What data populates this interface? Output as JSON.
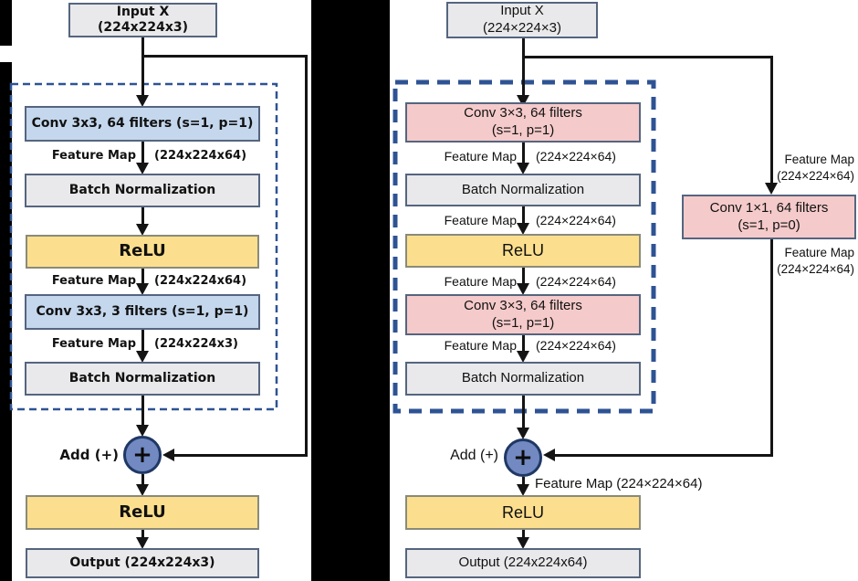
{
  "figure": {
    "description_left": "residual block with identity shortcut",
    "description_right": "residual block with 1x1 conv projection shortcut"
  },
  "colors": {
    "background": "#000000",
    "panel": "#ffffff",
    "box_gray": "#e9e9eb",
    "box_blue": "#c4d7ed",
    "box_pink": "#f5caca",
    "box_yellow": "#fcdf8e",
    "box_border": "#55657f",
    "dashed_border": "#2e5394",
    "add_circle_fill": "#7289c2",
    "add_circle_border": "#1f3864",
    "line": "#141414"
  },
  "left": {
    "input": "Input X (224x224x3)",
    "conv1": "Conv 3x3, 64 filters (s=1, p=1)",
    "fm1": {
      "label": "Feature Map",
      "dims": "(224x224x64)"
    },
    "bn1": "Batch Normalization",
    "relu1": "ReLU",
    "fm2": {
      "label": "Feature Map",
      "dims": "(224x224x64)"
    },
    "conv2": "Conv 3x3, 3 filters (s=1, p=1)",
    "fm3": {
      "label": "Feature Map",
      "dims": "(224x224x3)"
    },
    "bn2": "Batch Normalization",
    "add_label": "Add (+)",
    "add_symbol": "+",
    "relu2": "ReLU",
    "output": "Output (224x224x3)"
  },
  "right": {
    "input_line1": "Input X",
    "input_line2": "(224×224×3)",
    "conv1_line1": "Conv 3×3, 64 filters",
    "conv1_line2": "(s=1, p=1)",
    "fm1": {
      "label": "Feature Map",
      "dims": "(224×224×64)"
    },
    "bn1": "Batch Normalization",
    "fm2": {
      "label": "Feature Map",
      "dims": "(224×224×64)"
    },
    "relu1": "ReLU",
    "fm3": {
      "label": "Feature Map",
      "dims": "(224×224×64)"
    },
    "conv2_line1": "Conv 3×3, 64 filters",
    "conv2_line2": "(s=1, p=1)",
    "fm4": {
      "label": "Feature Map",
      "dims": "(224×224×64)"
    },
    "bn2": "Batch Normalization",
    "add_label": "Add (+)",
    "add_symbol": "+",
    "add_fm": "Feature Map (224×224×64)",
    "relu2": "ReLU",
    "output": "Output (224x224x64)",
    "shortcut": {
      "fm_top_line1": "Feature Map",
      "fm_top_line2": "(224×224×64)",
      "conv_line1": "Conv 1×1, 64 filters",
      "conv_line2": "(s=1, p=0)",
      "fm_bottom_line1": "Feature Map",
      "fm_bottom_line2": "(224×224×64)"
    }
  }
}
